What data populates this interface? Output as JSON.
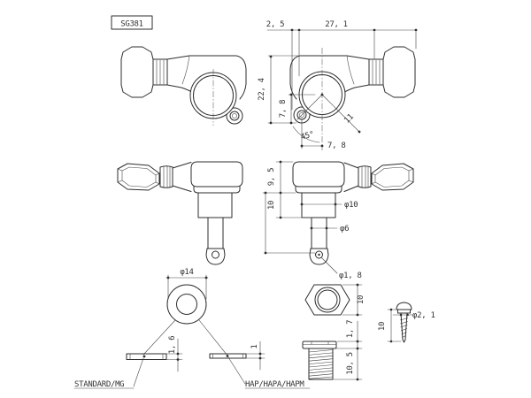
{
  "part": {
    "model": "SG381"
  },
  "colors": {
    "background": "#ffffff",
    "line": "#2e2e2e",
    "dim_line": "#444444",
    "text": "#333333"
  },
  "side_view": {
    "dim_ear_offset": "2, 5",
    "dim_body_length": "27, 1",
    "dim_overall_height": "22, 4",
    "dim_center_to_bottom": "7, 8",
    "dim_screw_angle": "45°",
    "dim_screw_distance": "11",
    "dim_screw_horizontal": "7, 8"
  },
  "front_view": {
    "dim_housing_height": "9, 5",
    "dim_bushing_length": "10",
    "dim_post_diameter": "φ10",
    "dim_string_post_diameter": "φ6",
    "dim_string_hole_diameter": "φ1, 8"
  },
  "washers": {
    "dim_outer_diameter": "φ14",
    "dim_standard_thickness": "1, 6",
    "label_standard": "STANDARD/MG",
    "dim_hap_thickness": "1",
    "label_hap": "HAP/HAPA/HAPM"
  },
  "nut": {
    "dim_across_flats": "10"
  },
  "bushing": {
    "dim_flange_height": "1, 7",
    "dim_length": "10, 5"
  },
  "screw": {
    "dim_length": "10",
    "dim_diameter": "φ2, 1"
  }
}
